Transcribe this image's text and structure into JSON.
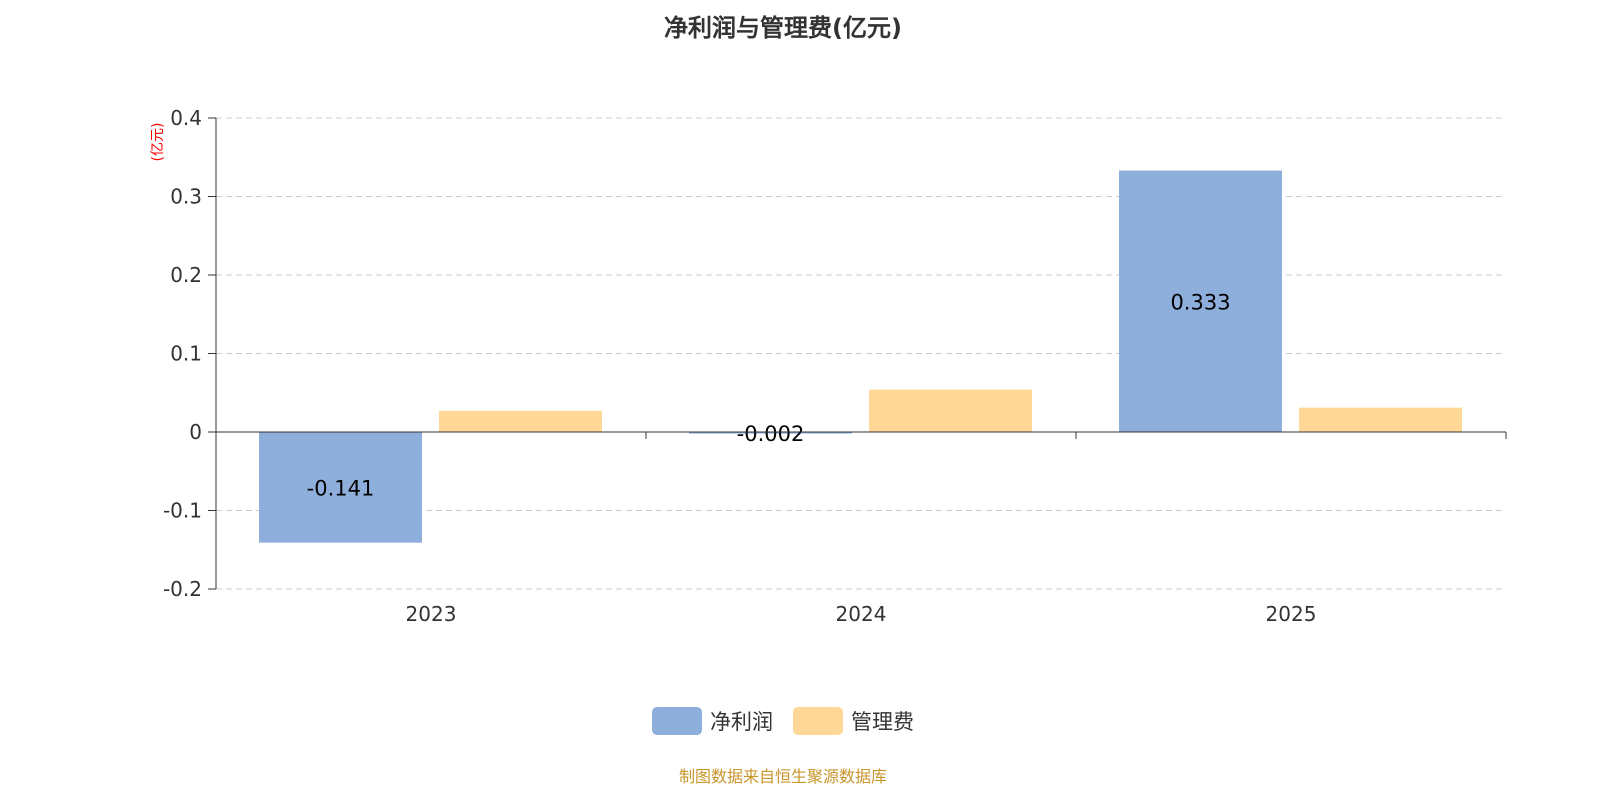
{
  "chart_data": {
    "type": "bar",
    "title": "净利润与管理费(亿元)",
    "ylabel": "(亿元)",
    "xlabel": "",
    "categories": [
      "2023",
      "2024",
      "2025"
    ],
    "series": [
      {
        "name": "净利润",
        "values": [
          -0.141,
          -0.002,
          0.333
        ],
        "color": "#8eaedb",
        "labels": [
          "-0.141",
          "-0.002",
          "0.333"
        ]
      },
      {
        "name": "管理费",
        "values": [
          0.027,
          0.054,
          0.031
        ],
        "color": "#ffd898"
      }
    ],
    "ylim": [
      -0.2,
      0.4
    ],
    "yticks": [
      "-0.2",
      "-0.1",
      "0",
      "0.1",
      "0.2",
      "0.3",
      "0.4"
    ],
    "grid": true,
    "legend_position": "bottom"
  },
  "source": "制图数据来自恒生聚源数据库"
}
